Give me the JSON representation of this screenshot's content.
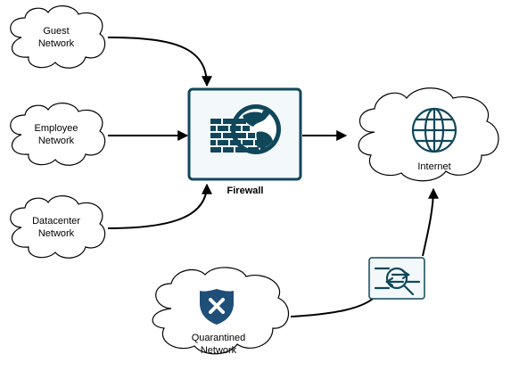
{
  "colors": {
    "accent_dark": "#10475A",
    "box_fill": "#F3F8FB",
    "edge": "#000000",
    "shield": "#1F4E79"
  },
  "icons": {
    "firewall": "firewall-brick-globe-icon",
    "internet": "globe-icon",
    "inspection": "traffic-inspection-icon",
    "quarantine": "shield-x-icon"
  },
  "nodes": {
    "guest": {
      "line1": "Guest",
      "line2": "Network"
    },
    "employee": {
      "line1": "Employee",
      "line2": "Network"
    },
    "datacenter": {
      "line1": "Datacenter",
      "line2": "Network"
    },
    "firewall": {
      "label": "Firewall"
    },
    "internet": {
      "label": "Internet"
    },
    "quarantined": {
      "line1": "Quarantined",
      "line2": "Network"
    }
  }
}
